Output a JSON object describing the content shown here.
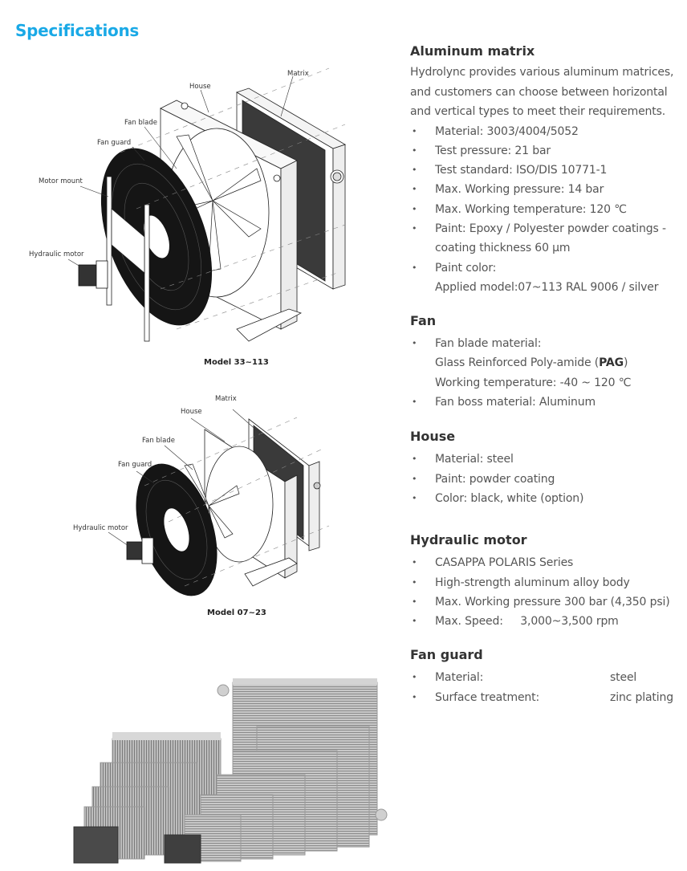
{
  "page": {
    "title": "Specifications",
    "accent_color": "#1aa9e6"
  },
  "figures": {
    "model_large": {
      "caption": "Model 33~113",
      "labels": {
        "house": "House",
        "matrix": "Matrix",
        "fan_blade": "Fan blade",
        "fan_guard": "Fan guard",
        "motor_mount": "Motor mount",
        "hydraulic_motor": "Hydraulic motor"
      }
    },
    "model_small": {
      "caption": "Model 07~23",
      "labels": {
        "matrix": "Matrix",
        "house": "House",
        "fan_blade": "Fan blade",
        "fan_guard": "Fan guard",
        "hydraulic_motor": "Hydraulic motor"
      }
    },
    "product_photo": {
      "description": "aluminum-matrices-lineup-photo"
    }
  },
  "sections": {
    "aluminum_matrix": {
      "heading": "Aluminum matrix",
      "intro": "Hydrolync provides various aluminum matrices, and customers can choose between horizontal and vertical types to meet their requirements.",
      "items": [
        "Material:  3003/4004/5052",
        "Test pressure: 21 bar",
        "Test standard: ISO/DIS 10771-1",
        "Max. Working pressure: 14 bar",
        "Max. Working temperature: 120 ℃",
        "Paint: Epoxy / Polyester powder coatings -",
        "coating thickness 60 μm",
        "Paint color:",
        "Applied model:07~113 RAL 9006 / silver"
      ]
    },
    "fan": {
      "heading": "Fan",
      "items": [
        "Fan blade material:",
        "Glass Reinforced Poly-amide (",
        "PAG",
        ")",
        "Working temperature: -40 ~ 120 ℃",
        "Fan boss material: Aluminum"
      ]
    },
    "house": {
      "heading": "House",
      "items": [
        "Material: steel",
        "Paint: powder coating",
        "Color: black, white (option)"
      ]
    },
    "hydraulic_motor": {
      "heading": "Hydraulic motor",
      "items": [
        "CASAPPA POLARIS Series",
        "High-strength aluminum alloy body",
        "Max. Working pressure 300 bar (4,350 psi)",
        "Max. Speed:     3,000~3,500 rpm"
      ]
    },
    "fan_guard": {
      "heading": "Fan guard",
      "items": [
        {
          "key": "Material:",
          "value": "steel"
        },
        {
          "key": "Surface treatment:",
          "value": "zinc plating"
        }
      ]
    }
  },
  "bullet": "•"
}
